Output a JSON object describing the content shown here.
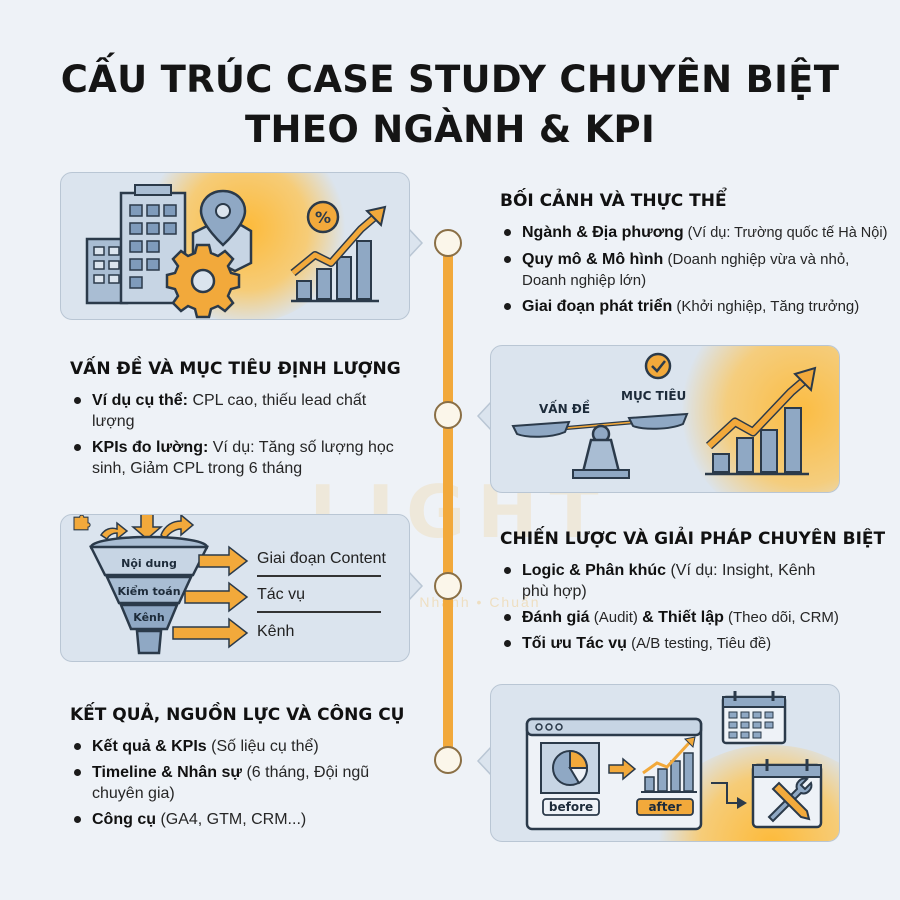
{
  "title": {
    "line1": "CẤU TRÚC CASE STUDY CHUYÊN BIỆT",
    "line2": "THEO NGÀNH & KPI"
  },
  "watermark": {
    "text": "LIGHT",
    "sub": "Nhanh • Chuẩn"
  },
  "sections": [
    {
      "heading": "BỐI CẢNH VÀ THỰC THỂ",
      "items": [
        {
          "bold": "Ngành & Địa phương",
          "text": " (Ví dụ: Trường quốc tế Hà Nội)"
        },
        {
          "bold": "Quy mô & Mô hình",
          "text": " (Doanh nghiệp vừa và nhỏ, Doanh nghiệp lớn)"
        },
        {
          "bold": "Giai đoạn phát triển",
          "text": " (Khởi nghiệp, Tăng trưởng)"
        }
      ]
    },
    {
      "heading": "VẤN ĐỀ VÀ MỤC TIÊU ĐỊNH LƯỢNG",
      "items": [
        {
          "bold": "Ví dụ cụ thể:",
          "text": " CPL cao, thiếu lead chất lượng"
        },
        {
          "bold": "KPIs đo lường:",
          "text": " Ví dụ: Tăng số lượng học sinh, Giảm CPL trong 6 tháng"
        }
      ]
    },
    {
      "heading": "CHIẾN LƯỢC VÀ GIẢI PHÁP CHUYÊN BIỆT",
      "items": [
        {
          "bold": "Logic & Phân khúc",
          "text": " (Ví dụ: Insight, Kênh phù hợp)"
        },
        {
          "bold": "Đánh giá",
          "text": " (Audit) ",
          "bold2": "& Thiết lập",
          "text2": " (Theo dõi, CRM)"
        },
        {
          "bold": "Tối ưu Tác vụ",
          "text": " (A/B testing, Tiêu đề)"
        }
      ]
    },
    {
      "heading": "KẾT QUẢ, NGUỒN LỰC VÀ CÔNG CỤ",
      "items": [
        {
          "bold": "Kết quả & KPIs",
          "text": " (Số liệu cụ thể)"
        },
        {
          "bold": "Timeline & Nhân sự",
          "text": " (6 tháng, Đội ngũ chuyên gia)"
        },
        {
          "bold": "Công cụ",
          "text": " (GA4, GTM, CRM...)"
        }
      ]
    }
  ],
  "scale": {
    "left_label": "VẤN ĐỀ",
    "right_label": "MỤC TIÊU"
  },
  "funnel": {
    "layers": [
      "Nội dung",
      "Kiểm toán",
      "Kênh"
    ],
    "outputs": [
      "Giai đoạn Content",
      "Tác vụ",
      "Kênh"
    ]
  },
  "compare": {
    "before": "before",
    "after": "after"
  },
  "icons": {
    "panel1": [
      "building-icon",
      "map-pin-icon",
      "gear-icon",
      "percent-growth-chart-icon"
    ],
    "panel2": [
      "check-circle-icon",
      "balance-scale-icon",
      "growth-chart-icon"
    ],
    "panel3": [
      "puzzle-icon",
      "funnel-icon",
      "arrow-right-icon"
    ],
    "panel4": [
      "browser-window-icon",
      "pie-chart-icon",
      "bar-chart-icon",
      "calendar-icon",
      "tools-calendar-icon"
    ]
  },
  "colors": {
    "accent": "#f2a93b",
    "panel": "#dbe4ee",
    "icon_blue": "#8fa8c4",
    "icon_dark": "#2b3a4a",
    "background": "#eef2f7"
  }
}
